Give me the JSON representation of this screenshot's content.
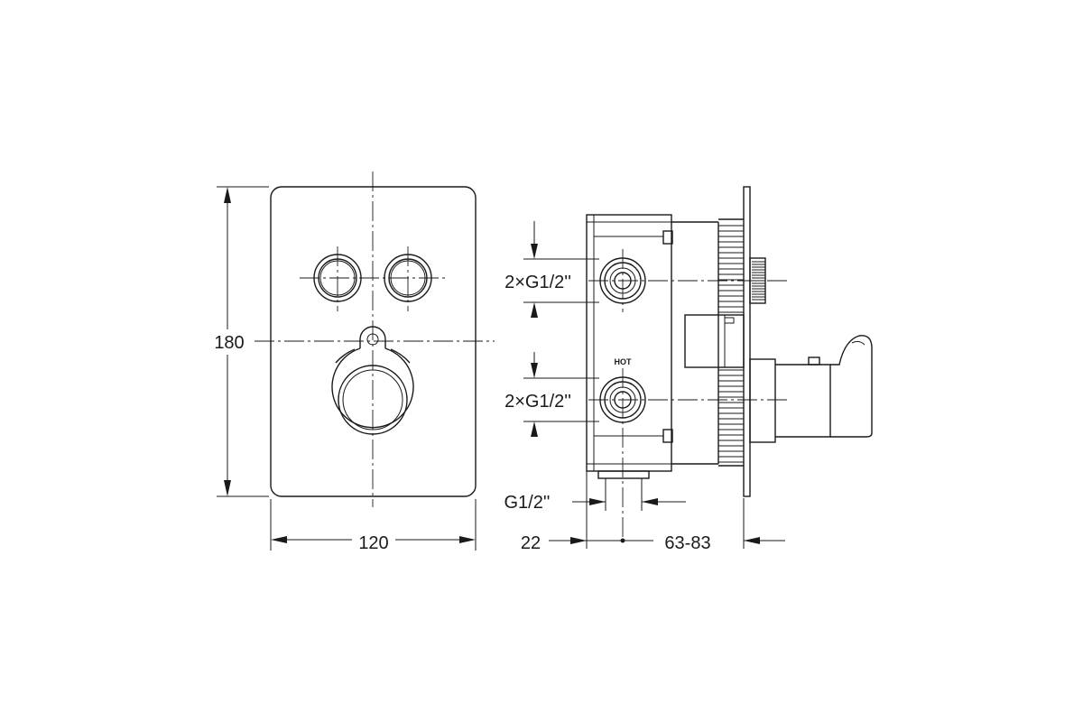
{
  "dimensions": {
    "height_label": "180",
    "width_label": "120",
    "inlet_upper_label": "2×G1/2''",
    "inlet_lower_label": "2×G1/2''",
    "outlet_label": "G1/2''",
    "depth_front_label": "22",
    "depth_range_label": "63-83"
  },
  "labels": {
    "hot_label": "HOT"
  },
  "colors": {
    "line": "#1a1a1a",
    "background": "#ffffff"
  }
}
